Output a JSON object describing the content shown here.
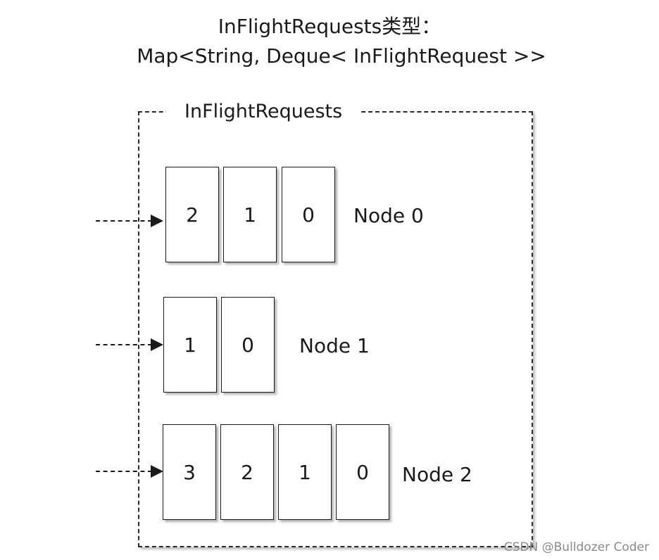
{
  "title": {
    "line1": "InFlightRequests类型：",
    "line2": "Map<String, Deque< InFlightRequest >>"
  },
  "container": {
    "label": "InFlightRequests"
  },
  "nodes": [
    {
      "label": "Node 0",
      "cells": [
        "2",
        "1",
        "0"
      ]
    },
    {
      "label": "Node 1",
      "cells": [
        "1",
        "0"
      ]
    },
    {
      "label": "Node 2",
      "cells": [
        "3",
        "2",
        "1",
        "0"
      ]
    }
  ],
  "watermark": "CSDN @Bulldozer Coder"
}
